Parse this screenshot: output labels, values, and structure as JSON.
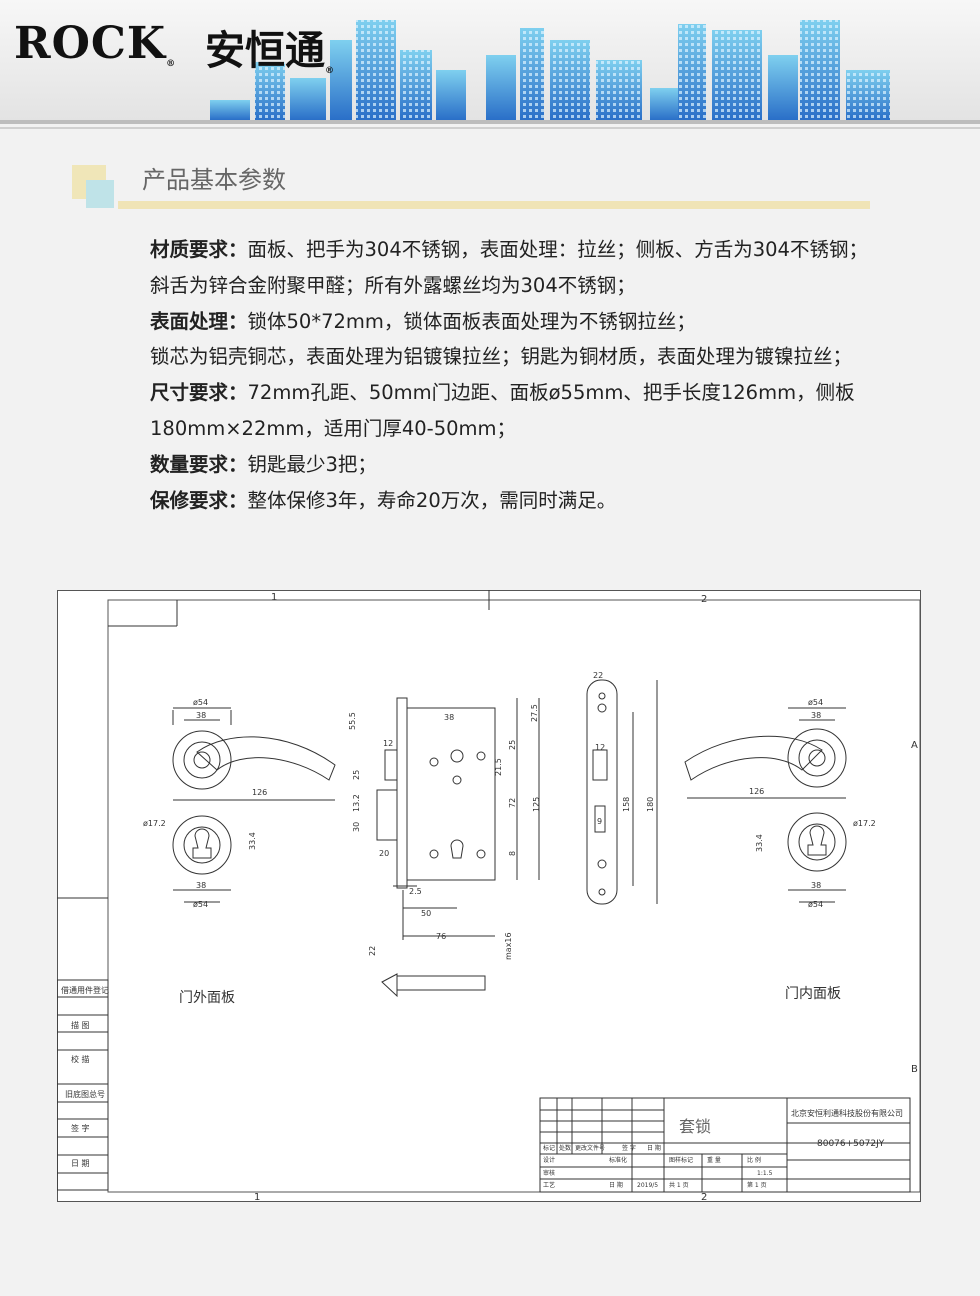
{
  "header": {
    "brand_en": "ROCK",
    "brand_cn": "安恒通",
    "reg_mark": "®"
  },
  "section": {
    "title": "产品基本参数"
  },
  "specs": [
    {
      "label": "材质要求：",
      "text": "面板、把手为304不锈钢，表面处理：拉丝；侧板、方舌为304不锈钢；斜舌为锌合金附聚甲醛；所有外露螺丝均为304不锈钢；"
    },
    {
      "label": "表面处理：",
      "text": "锁体50*72mm，锁体面板表面处理为不锈钢拉丝；"
    },
    {
      "label": "",
      "text": "锁芯为铝壳铜芯，表面处理为铝镀镍拉丝；钥匙为铜材质，表面处理为镀镍拉丝；"
    },
    {
      "label": "尺寸要求：",
      "text": "72mm孔距、50mm门边距、面板ø55mm、把手长度126mm，侧板180mm×22mm，适用门厚40-50mm；"
    },
    {
      "label": "数量要求：",
      "text": "钥匙最少3把；"
    },
    {
      "label": "保修要求：",
      "text": "整体保修3年，寿命20万次，需同时满足。"
    }
  ],
  "drawing": {
    "zone_top": [
      "1",
      "2"
    ],
    "zone_bottom": [
      "1",
      "2"
    ],
    "zone_right": [
      "A",
      "B"
    ],
    "outer_label": "门外面板",
    "inner_label": "门内面板",
    "left_cells": [
      "借通用件登记",
      "描 图",
      "校 描",
      "旧底图总号",
      "签 字",
      "日 期"
    ],
    "dims": {
      "d54": "ø54",
      "d38": "38",
      "d126": "126",
      "d172": "ø17.2",
      "d334": "33.4",
      "d555": "55.5",
      "d275": "27.5",
      "d12": "12",
      "d25": "25",
      "d215": "21.5",
      "d132": "13.2",
      "d72": "72",
      "d125": "125",
      "d30": "30",
      "d20": "20",
      "d8": "8",
      "d25b": "2.5",
      "d50": "50",
      "d76": "76",
      "d22": "22",
      "d158": "158",
      "d180": "180",
      "d9": "9",
      "max16": "max16"
    },
    "title_block": {
      "company": "北京安恒利通科技股份有限公司",
      "product": "套锁",
      "code": "80076+5072JY",
      "cols": [
        "标记",
        "处数",
        "更改文件号",
        "签 字",
        "日 期"
      ],
      "r_design": "设计",
      "r_std": "标准化",
      "r_review": "审核",
      "r_process": "工艺",
      "r_date_lbl": "日 期",
      "date": "2019/5",
      "stage": "图样标记",
      "weight": "重 量",
      "scale_lbl": "比 例",
      "scale": "1:1.5",
      "sheets": "共 1 页",
      "sheet": "第 1 页"
    }
  }
}
